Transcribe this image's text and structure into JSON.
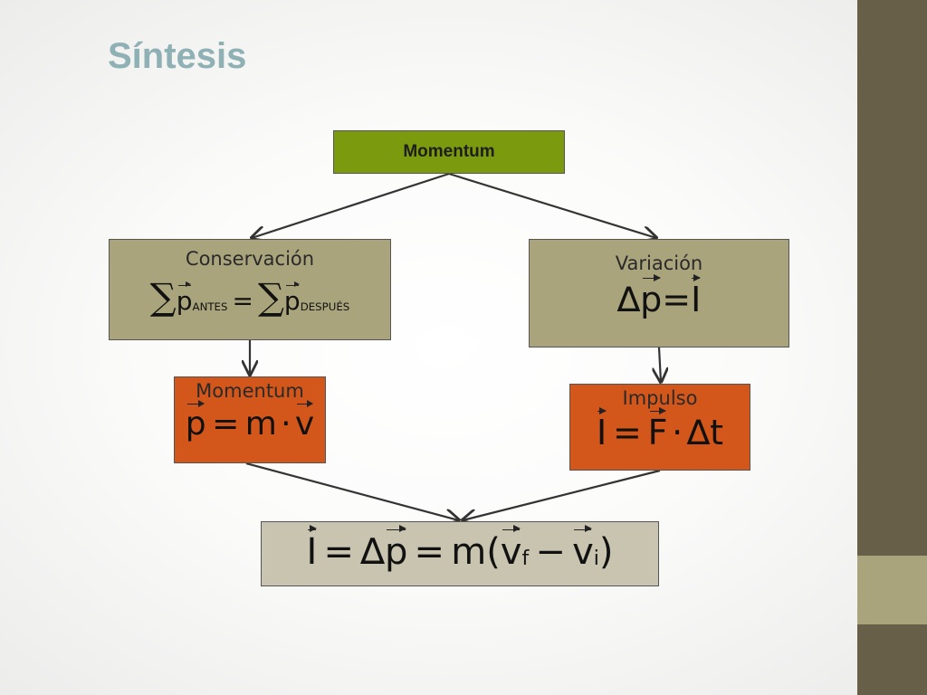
{
  "title": "Síntesis",
  "colors": {
    "title": "#8fb0b4",
    "root_box": "#7c9a0e",
    "tan_box": "#a9a47c",
    "orange_box": "#d3561b",
    "result_box": "#c9c4b0",
    "sidebar": "#675f48",
    "sidebar_accent": "#a9a47c",
    "arrow": "#333333"
  },
  "diagram": {
    "root": {
      "label": "Momentum"
    },
    "conservacion": {
      "label": "Conservación",
      "formula": {
        "sum": "∑",
        "p": "p",
        "antes": "ANTES",
        "eq": "=",
        "despues": "DESPUÉS"
      }
    },
    "variacion": {
      "label": "Variación",
      "formula": {
        "delta": "∆",
        "p": "p",
        "eq": "=",
        "i": "I"
      }
    },
    "momentum": {
      "label": "Momentum",
      "formula": {
        "p": "p",
        "eq": "=",
        "m": "m",
        "dot": "·",
        "v": "v"
      }
    },
    "impulso": {
      "label": "Impulso",
      "formula": {
        "i": "I",
        "eq": "=",
        "f": "F",
        "dot": "·",
        "delta": "∆",
        "t": "t"
      }
    },
    "result": {
      "formula": {
        "i": "I",
        "eq": "=",
        "delta": "∆",
        "p": "p",
        "m": "m",
        "open": "(",
        "v": "v",
        "f": "f",
        "minus": "−",
        "idx": "i",
        "close": ")"
      }
    }
  }
}
